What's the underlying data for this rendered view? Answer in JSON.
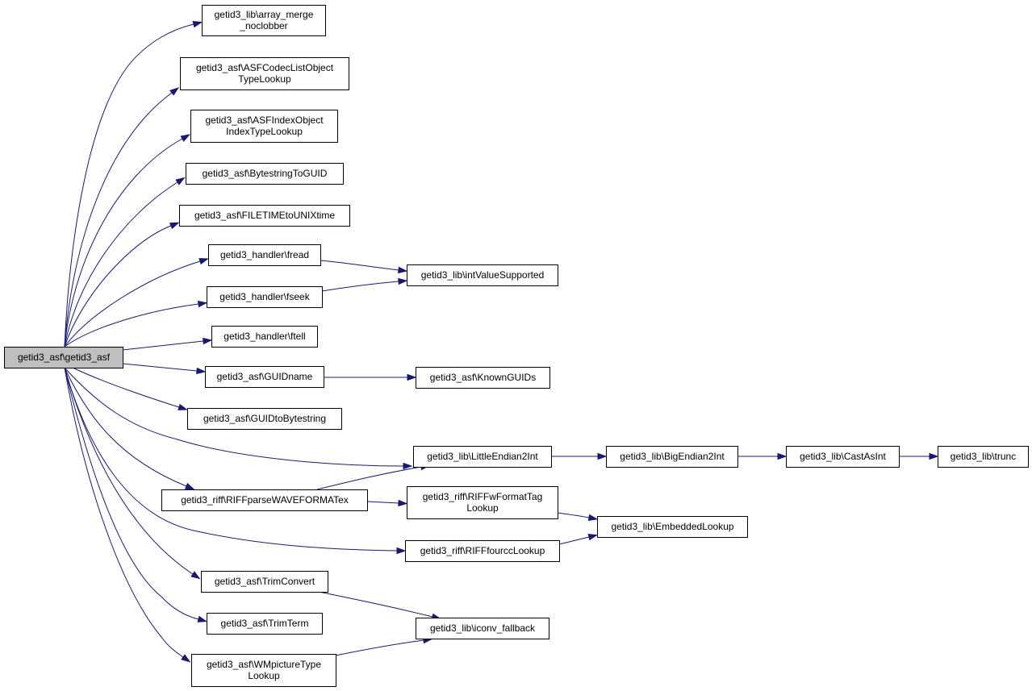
{
  "graph": {
    "edge_color": "#191970",
    "root_fill": "#bfbfbf",
    "nodes": [
      {
        "id": "root",
        "lines": [
          "getid3_asf\\getid3_asf"
        ],
        "root": true
      },
      {
        "id": "array_merge_noclobber",
        "lines": [
          "getid3_lib\\array_merge",
          "_noclobber"
        ]
      },
      {
        "id": "codeclist",
        "lines": [
          "getid3_asf\\ASFCodecListObject",
          "TypeLookup"
        ]
      },
      {
        "id": "indexobject",
        "lines": [
          "getid3_asf\\ASFIndexObject",
          "IndexTypeLookup"
        ]
      },
      {
        "id": "bytestringtoguid",
        "lines": [
          "getid3_asf\\BytestringToGUID"
        ]
      },
      {
        "id": "filetime",
        "lines": [
          "getid3_asf\\FILETIMEtoUNIXtime"
        ]
      },
      {
        "id": "fread",
        "lines": [
          "getid3_handler\\fread"
        ]
      },
      {
        "id": "fseek",
        "lines": [
          "getid3_handler\\fseek"
        ]
      },
      {
        "id": "ftell",
        "lines": [
          "getid3_handler\\ftell"
        ]
      },
      {
        "id": "guidname",
        "lines": [
          "getid3_asf\\GUIDname"
        ]
      },
      {
        "id": "guidtobytestring",
        "lines": [
          "getid3_asf\\GUIDtoBytestring"
        ]
      },
      {
        "id": "riffparse",
        "lines": [
          "getid3_riff\\RIFFparseWAVEFORMATex"
        ]
      },
      {
        "id": "trimconvert",
        "lines": [
          "getid3_asf\\TrimConvert"
        ]
      },
      {
        "id": "trimterm",
        "lines": [
          "getid3_asf\\TrimTerm"
        ]
      },
      {
        "id": "wmpicture",
        "lines": [
          "getid3_asf\\WMpictureType",
          "Lookup"
        ]
      },
      {
        "id": "intvaluesupported",
        "lines": [
          "getid3_lib\\intValueSupported"
        ]
      },
      {
        "id": "knownguids",
        "lines": [
          "getid3_asf\\KnownGUIDs"
        ]
      },
      {
        "id": "littleendian",
        "lines": [
          "getid3_lib\\LittleEndian2Int"
        ]
      },
      {
        "id": "riffwformattag",
        "lines": [
          "getid3_riff\\RIFFwFormatTag",
          "Lookup"
        ]
      },
      {
        "id": "rifffourcc",
        "lines": [
          "getid3_riff\\RIFFfourccLookup"
        ]
      },
      {
        "id": "iconvfallback",
        "lines": [
          "getid3_lib\\iconv_fallback"
        ]
      },
      {
        "id": "bigendian",
        "lines": [
          "getid3_lib\\BigEndian2Int"
        ]
      },
      {
        "id": "embeddedlookup",
        "lines": [
          "getid3_lib\\EmbeddedLookup"
        ]
      },
      {
        "id": "castasint",
        "lines": [
          "getid3_lib\\CastAsInt"
        ]
      },
      {
        "id": "trunc",
        "lines": [
          "getid3_lib\\trunc"
        ]
      }
    ],
    "edges": [
      {
        "from": "root",
        "to": "array_merge_noclobber"
      },
      {
        "from": "root",
        "to": "codeclist"
      },
      {
        "from": "root",
        "to": "indexobject"
      },
      {
        "from": "root",
        "to": "bytestringtoguid"
      },
      {
        "from": "root",
        "to": "filetime"
      },
      {
        "from": "root",
        "to": "fread"
      },
      {
        "from": "root",
        "to": "fseek"
      },
      {
        "from": "root",
        "to": "ftell"
      },
      {
        "from": "root",
        "to": "guidname"
      },
      {
        "from": "root",
        "to": "guidtobytestring"
      },
      {
        "from": "root",
        "to": "littleendian"
      },
      {
        "from": "root",
        "to": "riffparse"
      },
      {
        "from": "root",
        "to": "rifffourcc"
      },
      {
        "from": "root",
        "to": "trimconvert"
      },
      {
        "from": "root",
        "to": "trimterm"
      },
      {
        "from": "root",
        "to": "wmpicture"
      },
      {
        "from": "fread",
        "to": "intvaluesupported"
      },
      {
        "from": "fseek",
        "to": "intvaluesupported"
      },
      {
        "from": "guidname",
        "to": "knownguids"
      },
      {
        "from": "riffparse",
        "to": "littleendian"
      },
      {
        "from": "riffparse",
        "to": "riffwformattag"
      },
      {
        "from": "littleendian",
        "to": "bigendian"
      },
      {
        "from": "bigendian",
        "to": "castasint"
      },
      {
        "from": "castasint",
        "to": "trunc"
      },
      {
        "from": "riffwformattag",
        "to": "embeddedlookup"
      },
      {
        "from": "rifffourcc",
        "to": "embeddedlookup"
      },
      {
        "from": "trimconvert",
        "to": "iconvfallback"
      },
      {
        "from": "wmpicture",
        "to": "iconvfallback"
      }
    ]
  }
}
